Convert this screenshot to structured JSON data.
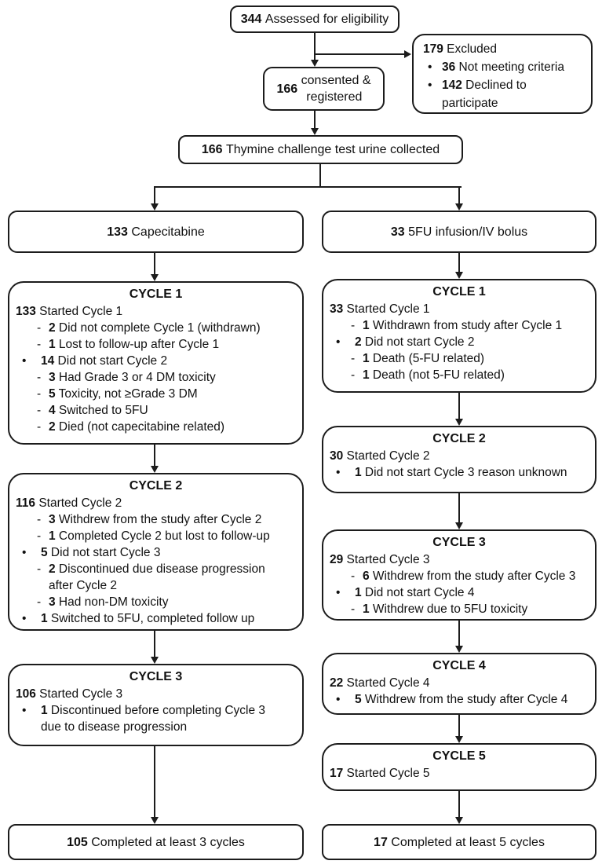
{
  "flowchart": {
    "accent_color": "#1c1c1c",
    "background_color": "#ffffff",
    "assessed": {
      "num": "344",
      "text": "Assessed for eligibility"
    },
    "excluded": {
      "lines": [
        {
          "style": "plain",
          "marker": "",
          "num": "179",
          "text": "Excluded"
        },
        {
          "style": "bullet",
          "marker": "•",
          "num": "36",
          "text": "Not meeting criteria"
        },
        {
          "style": "bullet",
          "marker": "•",
          "num": "142",
          "text": "Declined to\nparticipate"
        }
      ]
    },
    "consented": {
      "num": "166",
      "text": "consented &\nregistered"
    },
    "thymine": {
      "num": "166",
      "text": "Thymine challenge test urine collected"
    },
    "arm_left": {
      "num": "133",
      "text": "Capecitabine"
    },
    "arm_right": {
      "num": "33",
      "text": "5FU infusion/IV bolus"
    },
    "left_cycle1": {
      "title": "CYCLE 1",
      "lines": [
        {
          "style": "plain",
          "marker": "",
          "num": "133",
          "text": "Started Cycle 1"
        },
        {
          "style": "dash",
          "marker": "-",
          "num": "2",
          "text": "Did not complete Cycle 1 (withdrawn)"
        },
        {
          "style": "dash",
          "marker": "-",
          "num": "1",
          "text": "Lost to follow-up after Cycle 1"
        },
        {
          "style": "bullet",
          "marker": "•",
          "num": "14",
          "text": "Did not start Cycle 2"
        },
        {
          "style": "dash",
          "marker": "-",
          "num": "3",
          "text": "Had Grade 3 or 4 DM toxicity"
        },
        {
          "style": "dash",
          "marker": "-",
          "num": "5",
          "text": "Toxicity, not ≥Grade 3 DM"
        },
        {
          "style": "dash",
          "marker": "-",
          "num": "4",
          "text": "Switched to 5FU"
        },
        {
          "style": "dash",
          "marker": "-",
          "num": "2",
          "text": "Died (not capecitabine related)"
        }
      ]
    },
    "left_cycle2": {
      "title": "CYCLE 2",
      "lines": [
        {
          "style": "plain",
          "marker": "",
          "num": "116",
          "text": "Started Cycle 2"
        },
        {
          "style": "dash",
          "marker": "-",
          "num": "3",
          "text": "Withdrew from the study after Cycle 2"
        },
        {
          "style": "dash",
          "marker": "-",
          "num": "1",
          "text": "Completed Cycle 2 but lost to follow-up"
        },
        {
          "style": "bullet",
          "marker": "•",
          "num": "5",
          "text": "Did not start Cycle 3"
        },
        {
          "style": "dash",
          "marker": "-",
          "num": "2",
          "text": "Discontinued due disease progression\nafter Cycle 2"
        },
        {
          "style": "dash",
          "marker": "-",
          "num": "3",
          "text": "Had non-DM toxicity"
        },
        {
          "style": "bullet",
          "marker": "•",
          "num": "1",
          "text": "Switched to 5FU, completed follow up"
        }
      ]
    },
    "left_cycle3": {
      "title": "CYCLE 3",
      "lines": [
        {
          "style": "plain",
          "marker": "",
          "num": "106",
          "text": "Started Cycle 3"
        },
        {
          "style": "bullet",
          "marker": "•",
          "num": "1",
          "text": "Discontinued before completing Cycle 3\ndue to disease progression"
        }
      ]
    },
    "left_done": {
      "num": "105",
      "text": "Completed at least 3 cycles"
    },
    "right_cycle1": {
      "title": "CYCLE 1",
      "lines": [
        {
          "style": "plain",
          "marker": "",
          "num": "33",
          "text": "Started Cycle 1"
        },
        {
          "style": "dash",
          "marker": "-",
          "num": "1",
          "text": "Withdrawn from study after Cycle 1"
        },
        {
          "style": "bullet",
          "marker": "•",
          "num": "2",
          "text": "Did not start Cycle 2"
        },
        {
          "style": "dash",
          "marker": "-",
          "num": "1",
          "text": "Death (5-FU related)"
        },
        {
          "style": "dash",
          "marker": "-",
          "num": "1",
          "text": "Death (not 5-FU related)"
        }
      ]
    },
    "right_cycle2": {
      "title": "CYCLE 2",
      "lines": [
        {
          "style": "plain",
          "marker": "",
          "num": "30",
          "text": "Started Cycle 2"
        },
        {
          "style": "bullet",
          "marker": "•",
          "num": "1",
          "text": "Did not start Cycle 3 reason unknown"
        }
      ]
    },
    "right_cycle3": {
      "title": "CYCLE 3",
      "lines": [
        {
          "style": "plain",
          "marker": "",
          "num": "29",
          "text": "Started Cycle 3"
        },
        {
          "style": "dash",
          "marker": "-",
          "num": "6",
          "text": "Withdrew from the study after Cycle 3"
        },
        {
          "style": "bullet",
          "marker": "•",
          "num": "1",
          "text": "Did not start Cycle 4"
        },
        {
          "style": "dash",
          "marker": "-",
          "num": "1",
          "text": "Withdrew due to 5FU toxicity"
        }
      ]
    },
    "right_cycle4": {
      "title": "CYCLE 4",
      "lines": [
        {
          "style": "plain",
          "marker": "",
          "num": "22",
          "text": "Started Cycle 4"
        },
        {
          "style": "bullet",
          "marker": "•",
          "num": "5",
          "text": "Withdrew from the study after Cycle 4"
        }
      ]
    },
    "right_cycle5": {
      "title": "CYCLE 5",
      "lines": [
        {
          "style": "plain",
          "marker": "",
          "num": "17",
          "text": "Started Cycle 5"
        }
      ]
    },
    "right_done": {
      "num": "17",
      "text": "Completed at least 5 cycles"
    }
  }
}
